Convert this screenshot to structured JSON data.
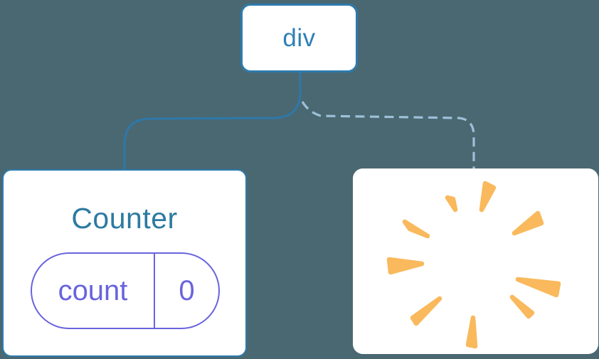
{
  "diagram": {
    "description": "React component tree diagram: div root keeps Counter child (solid edge), second child removed with a poof effect (dashed edge)",
    "root": {
      "label": "div"
    },
    "counter": {
      "title": "Counter",
      "state": {
        "key": "count",
        "value": "0"
      }
    },
    "removed": {
      "icon": "poof-starburst-icon"
    },
    "edges": [
      {
        "from": "div",
        "to": "Counter",
        "style": "solid"
      },
      {
        "from": "div",
        "to": "removed-child",
        "style": "dashed"
      }
    ]
  },
  "colors": {
    "bg": "#4A6872",
    "card_bg": "#FFFFFF",
    "node_border": "#2D7BAE",
    "div_text": "#2F80B5",
    "counter_text": "#2C7AA1",
    "purple": "#6964DD",
    "solid_edge": "#2E78A9",
    "dashed_edge": "#9CC0D8",
    "orange": "#F9B95C"
  }
}
